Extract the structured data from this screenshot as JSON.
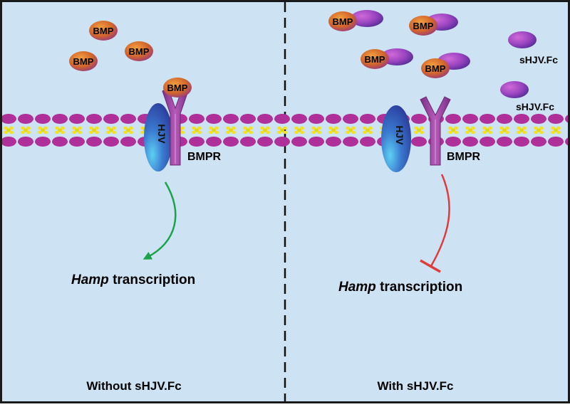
{
  "panels": {
    "left": {
      "caption": "Without sHJV.Fc",
      "bmp_label": "BMP",
      "receptor_label": "BMPR",
      "hjv_label": "HJV",
      "hamp_italic": "Hamp",
      "hamp_rest": " transcription",
      "arrow_color": "#1aa34a"
    },
    "right": {
      "caption": "With sHJV.Fc",
      "bmp_label": "BMP",
      "receptor_label": "BMPR",
      "hjv_label": "HJV",
      "shjv_label": "sHJV.Fc",
      "hamp_italic": "Hamp",
      "hamp_rest": " transcription",
      "inhibit_color": "#e03a3a"
    }
  },
  "colors": {
    "background": "#cde3f3",
    "border": "#1a1a1a",
    "membrane_head": "#b0309a",
    "membrane_tail": "#f2e31b",
    "receptor": "#9a3b9e",
    "hjv": "#3a5fc0",
    "bmp": "#c95e2a",
    "shjv": "#a04cc2"
  }
}
